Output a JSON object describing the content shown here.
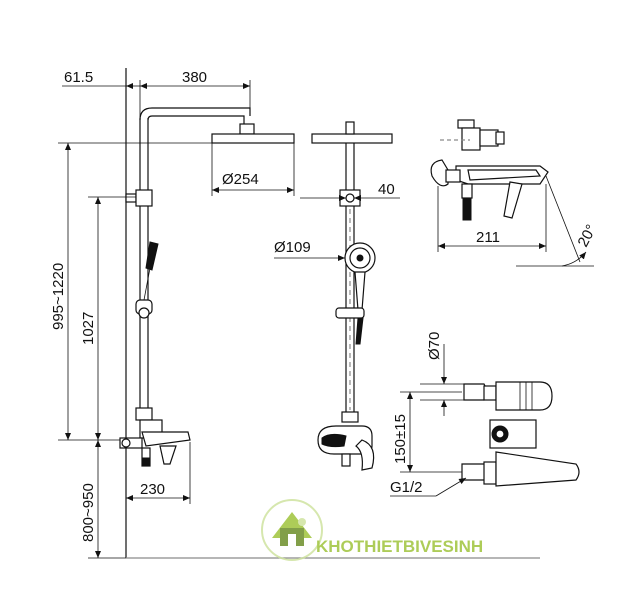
{
  "dimensions": {
    "offset_61_5": "61.5",
    "arm_380": "380",
    "head_254": "Ø254",
    "head_40": "40",
    "hand_109": "Ø109",
    "height_995_1220": "995~1220",
    "height_1027": "1027",
    "height_800_950": "800~950",
    "width_230": "230",
    "valve_211": "211",
    "angle_20": "20°",
    "dia_70": "Ø70",
    "spacing_150": "150±15",
    "thread_g12": "G1/2"
  },
  "watermark": {
    "text": "KHOTHIETBIVESINH"
  },
  "colors": {
    "line": "#111111",
    "watermark": "#9fc43c",
    "watermark_dark": "#6d8f2a"
  }
}
